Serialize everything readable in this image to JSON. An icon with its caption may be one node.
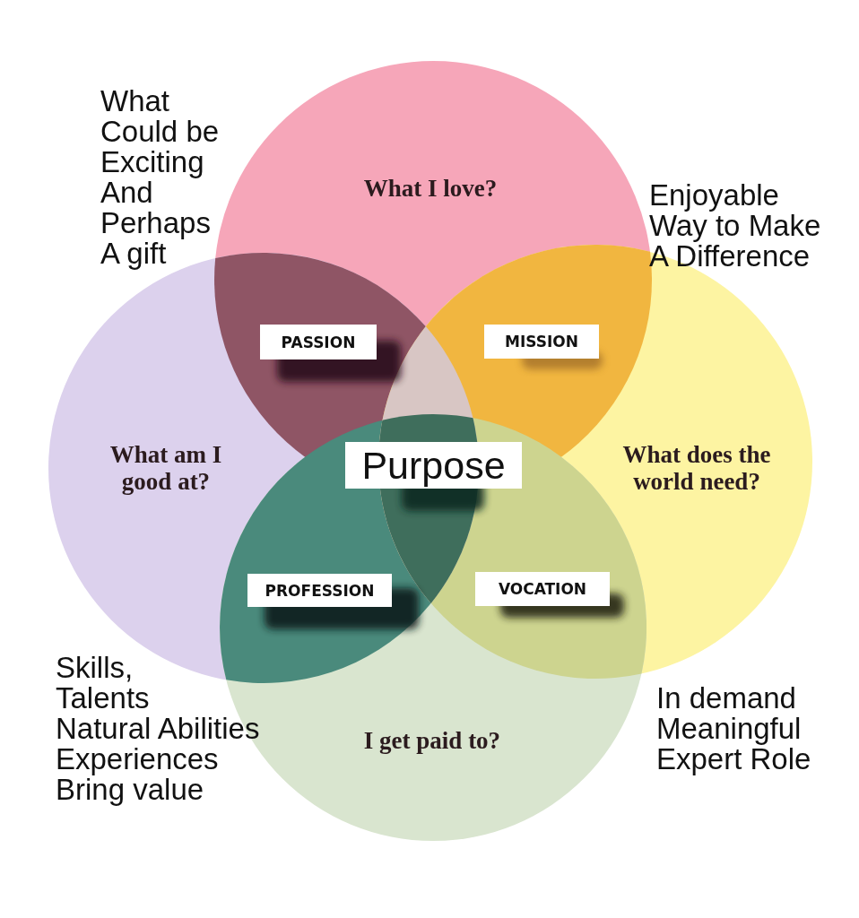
{
  "diagram": {
    "nodes": [
      {
        "text": [
          "What I love?"
        ]
      },
      {
        "text": [
          "PASSION"
        ]
      },
      {
        "text": [
          "MISSION"
        ]
      },
      {
        "text": [
          "What am I good at?"
        ]
      },
      {
        "text": [
          "Purpose"
        ]
      },
      {
        "text": [
          "What does the world need?"
        ]
      },
      {
        "text": [
          "PROFESSION"
        ]
      },
      {
        "text": [
          "VOCATION"
        ]
      },
      {
        "text": [
          "I get paid to?"
        ]
      }
    ],
    "labels": [
      "What Could be Exciting And Perhaps A gift",
      "Enjoyable Way to Make A Difference",
      "Skills, Talents Natural Abilities Experiences Bring value",
      "In demand Meaningful Expert Role"
    ]
  }
}
